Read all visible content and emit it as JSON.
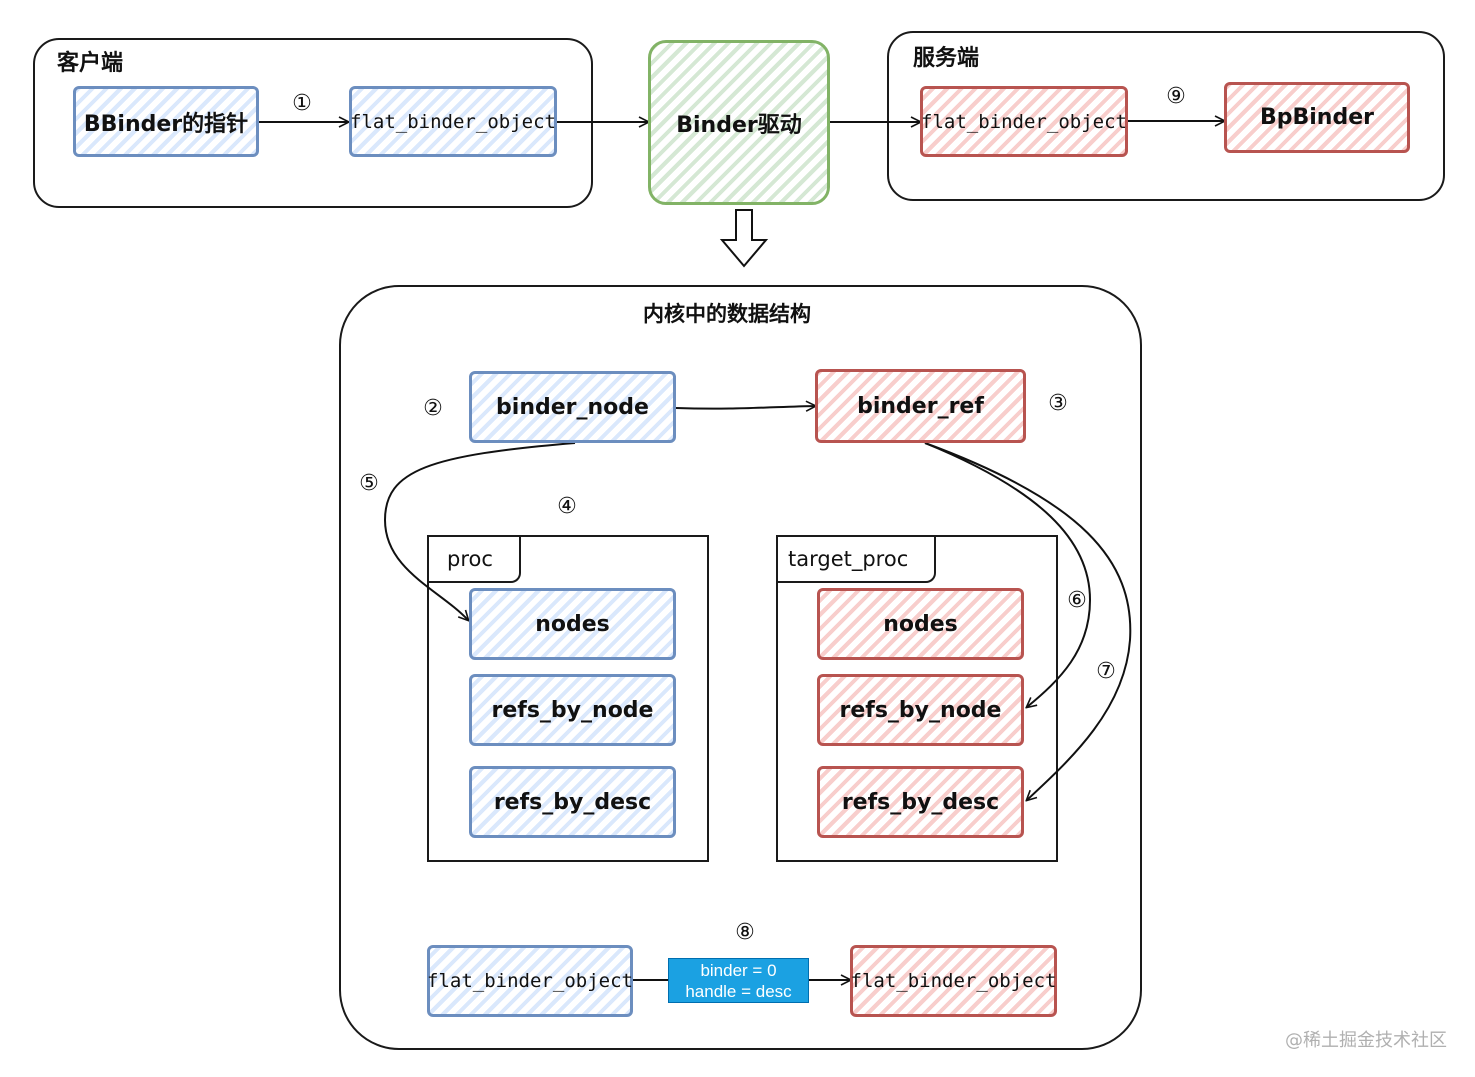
{
  "client": {
    "title": "客户端",
    "bbinder": "BBinder的指针",
    "flat": "flat_binder_object"
  },
  "driver": {
    "label": "Binder驱动"
  },
  "server": {
    "title": "服务端",
    "flat": "flat_binder_object",
    "bpbinder": "BpBinder"
  },
  "kernel": {
    "title": "内核中的数据结构",
    "binder_node": "binder_node",
    "binder_ref": "binder_ref",
    "proc": {
      "tab": "proc",
      "items": [
        "nodes",
        "refs_by_node",
        "refs_by_desc"
      ]
    },
    "target_proc": {
      "tab": "target_proc",
      "items": [
        "nodes",
        "refs_by_node",
        "refs_by_desc"
      ]
    },
    "flat_left": "flat_binder_object",
    "flat_right": "flat_binder_object",
    "conversion": {
      "line1": "binder = 0",
      "line2": "handle = desc"
    }
  },
  "steps": [
    "①",
    "②",
    "③",
    "④",
    "⑤",
    "⑥",
    "⑦",
    "⑧",
    "⑨"
  ],
  "watermark": "@稀土掘金技术社区",
  "colors": {
    "blue_stroke": "#6c8ebf",
    "blue_fill": "#dae8fc",
    "red_stroke": "#b85450",
    "red_fill": "#f8cecc",
    "green_stroke": "#82b366",
    "green_fill": "#d5e8d4",
    "label_fill": "#1ba1e2"
  }
}
